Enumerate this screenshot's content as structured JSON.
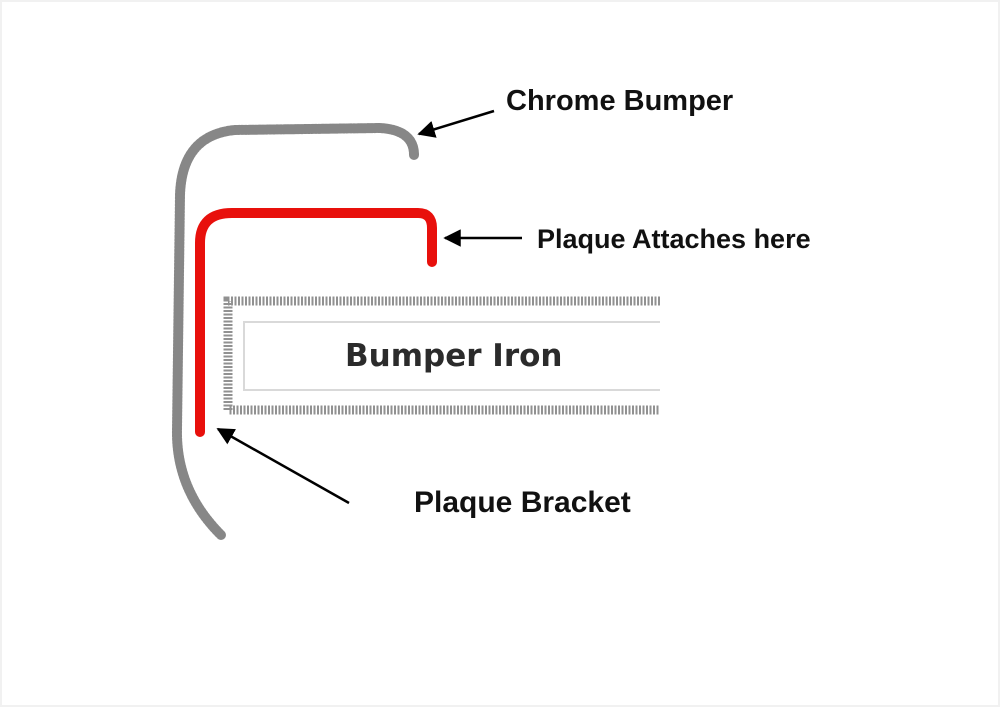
{
  "labels": {
    "chrome_bumper": "Chrome Bumper",
    "plaque_attaches": "Plaque Attaches here",
    "bumper_iron": "Bumper Iron",
    "plaque_bracket": "Plaque Bracket"
  },
  "colors": {
    "background": "#ffffff",
    "chrome_bumper_stroke": "#7a7a7a",
    "bumper_iron_stroke": "#858585",
    "plaque_bracket_stroke": "#e8100c",
    "arrow": "#000000",
    "text": "#111111"
  }
}
